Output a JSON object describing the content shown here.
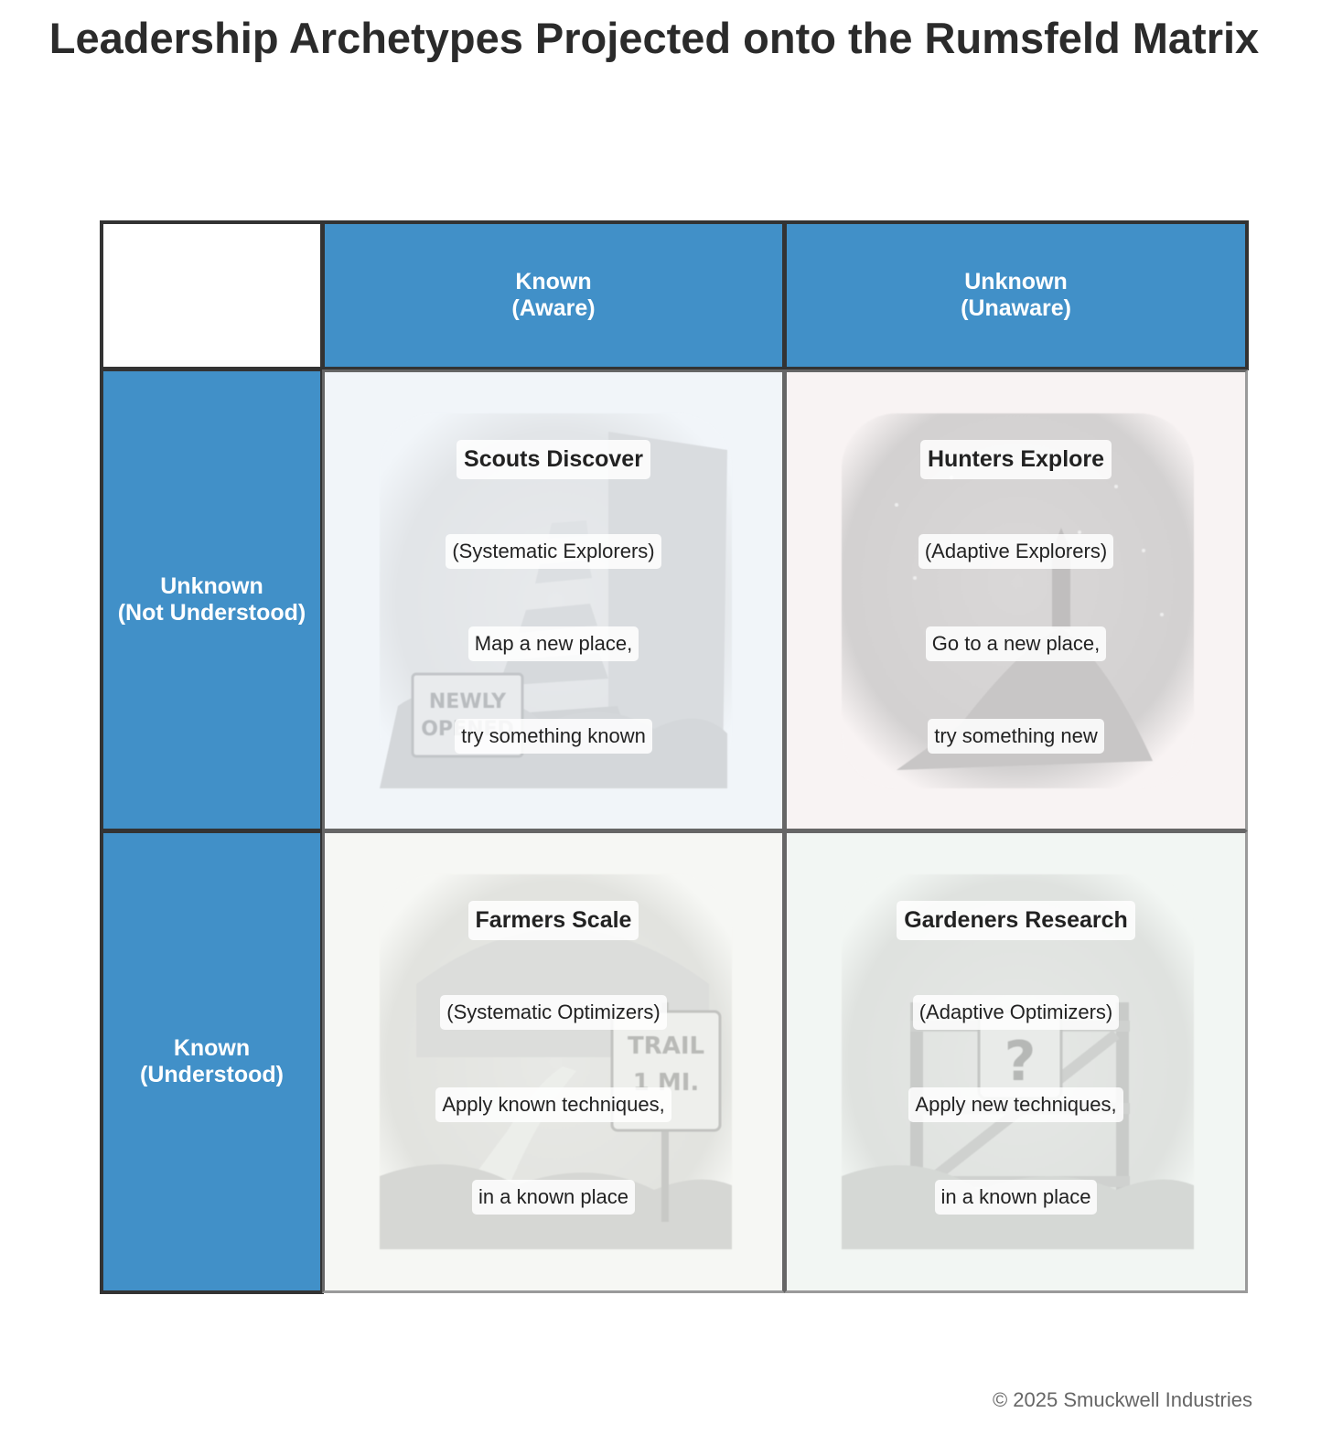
{
  "title": "Leadership Archetypes Projected onto the Rumsfeld Matrix",
  "columns": [
    {
      "line1": "Known",
      "line2": "(Aware)"
    },
    {
      "line1": "Unknown",
      "line2": "(Unaware)"
    }
  ],
  "rows": [
    {
      "line1": "Unknown",
      "line2": "(Not Understood)"
    },
    {
      "line1": "Known",
      "line2": "(Understood)"
    }
  ],
  "quadrants": {
    "top_left": {
      "title": "Scouts Discover",
      "subtitle": "(Systematic Explorers)",
      "line1": "Map a new place,",
      "line2": "try something known",
      "sign_line1": "NEWLY",
      "sign_line2": "OPENED"
    },
    "top_right": {
      "title": "Hunters Explore",
      "subtitle": "(Adaptive Explorers)",
      "line1": "Go to a new place,",
      "line2": "try something new"
    },
    "bottom_left": {
      "title": "Farmers Scale",
      "subtitle": "(Systematic Optimizers)",
      "line1": "Apply known techniques,",
      "line2": "in a known place",
      "sign_line1": "TRAIL",
      "sign_line2": "1 MI."
    },
    "bottom_right": {
      "title": "Gardeners Research",
      "subtitle": "(Adaptive Optimizers)",
      "line1": "Apply new techniques,",
      "line2": "in a known place",
      "sign_glyph": "?"
    }
  },
  "copyright": "© 2025 Smuckwell Industries"
}
